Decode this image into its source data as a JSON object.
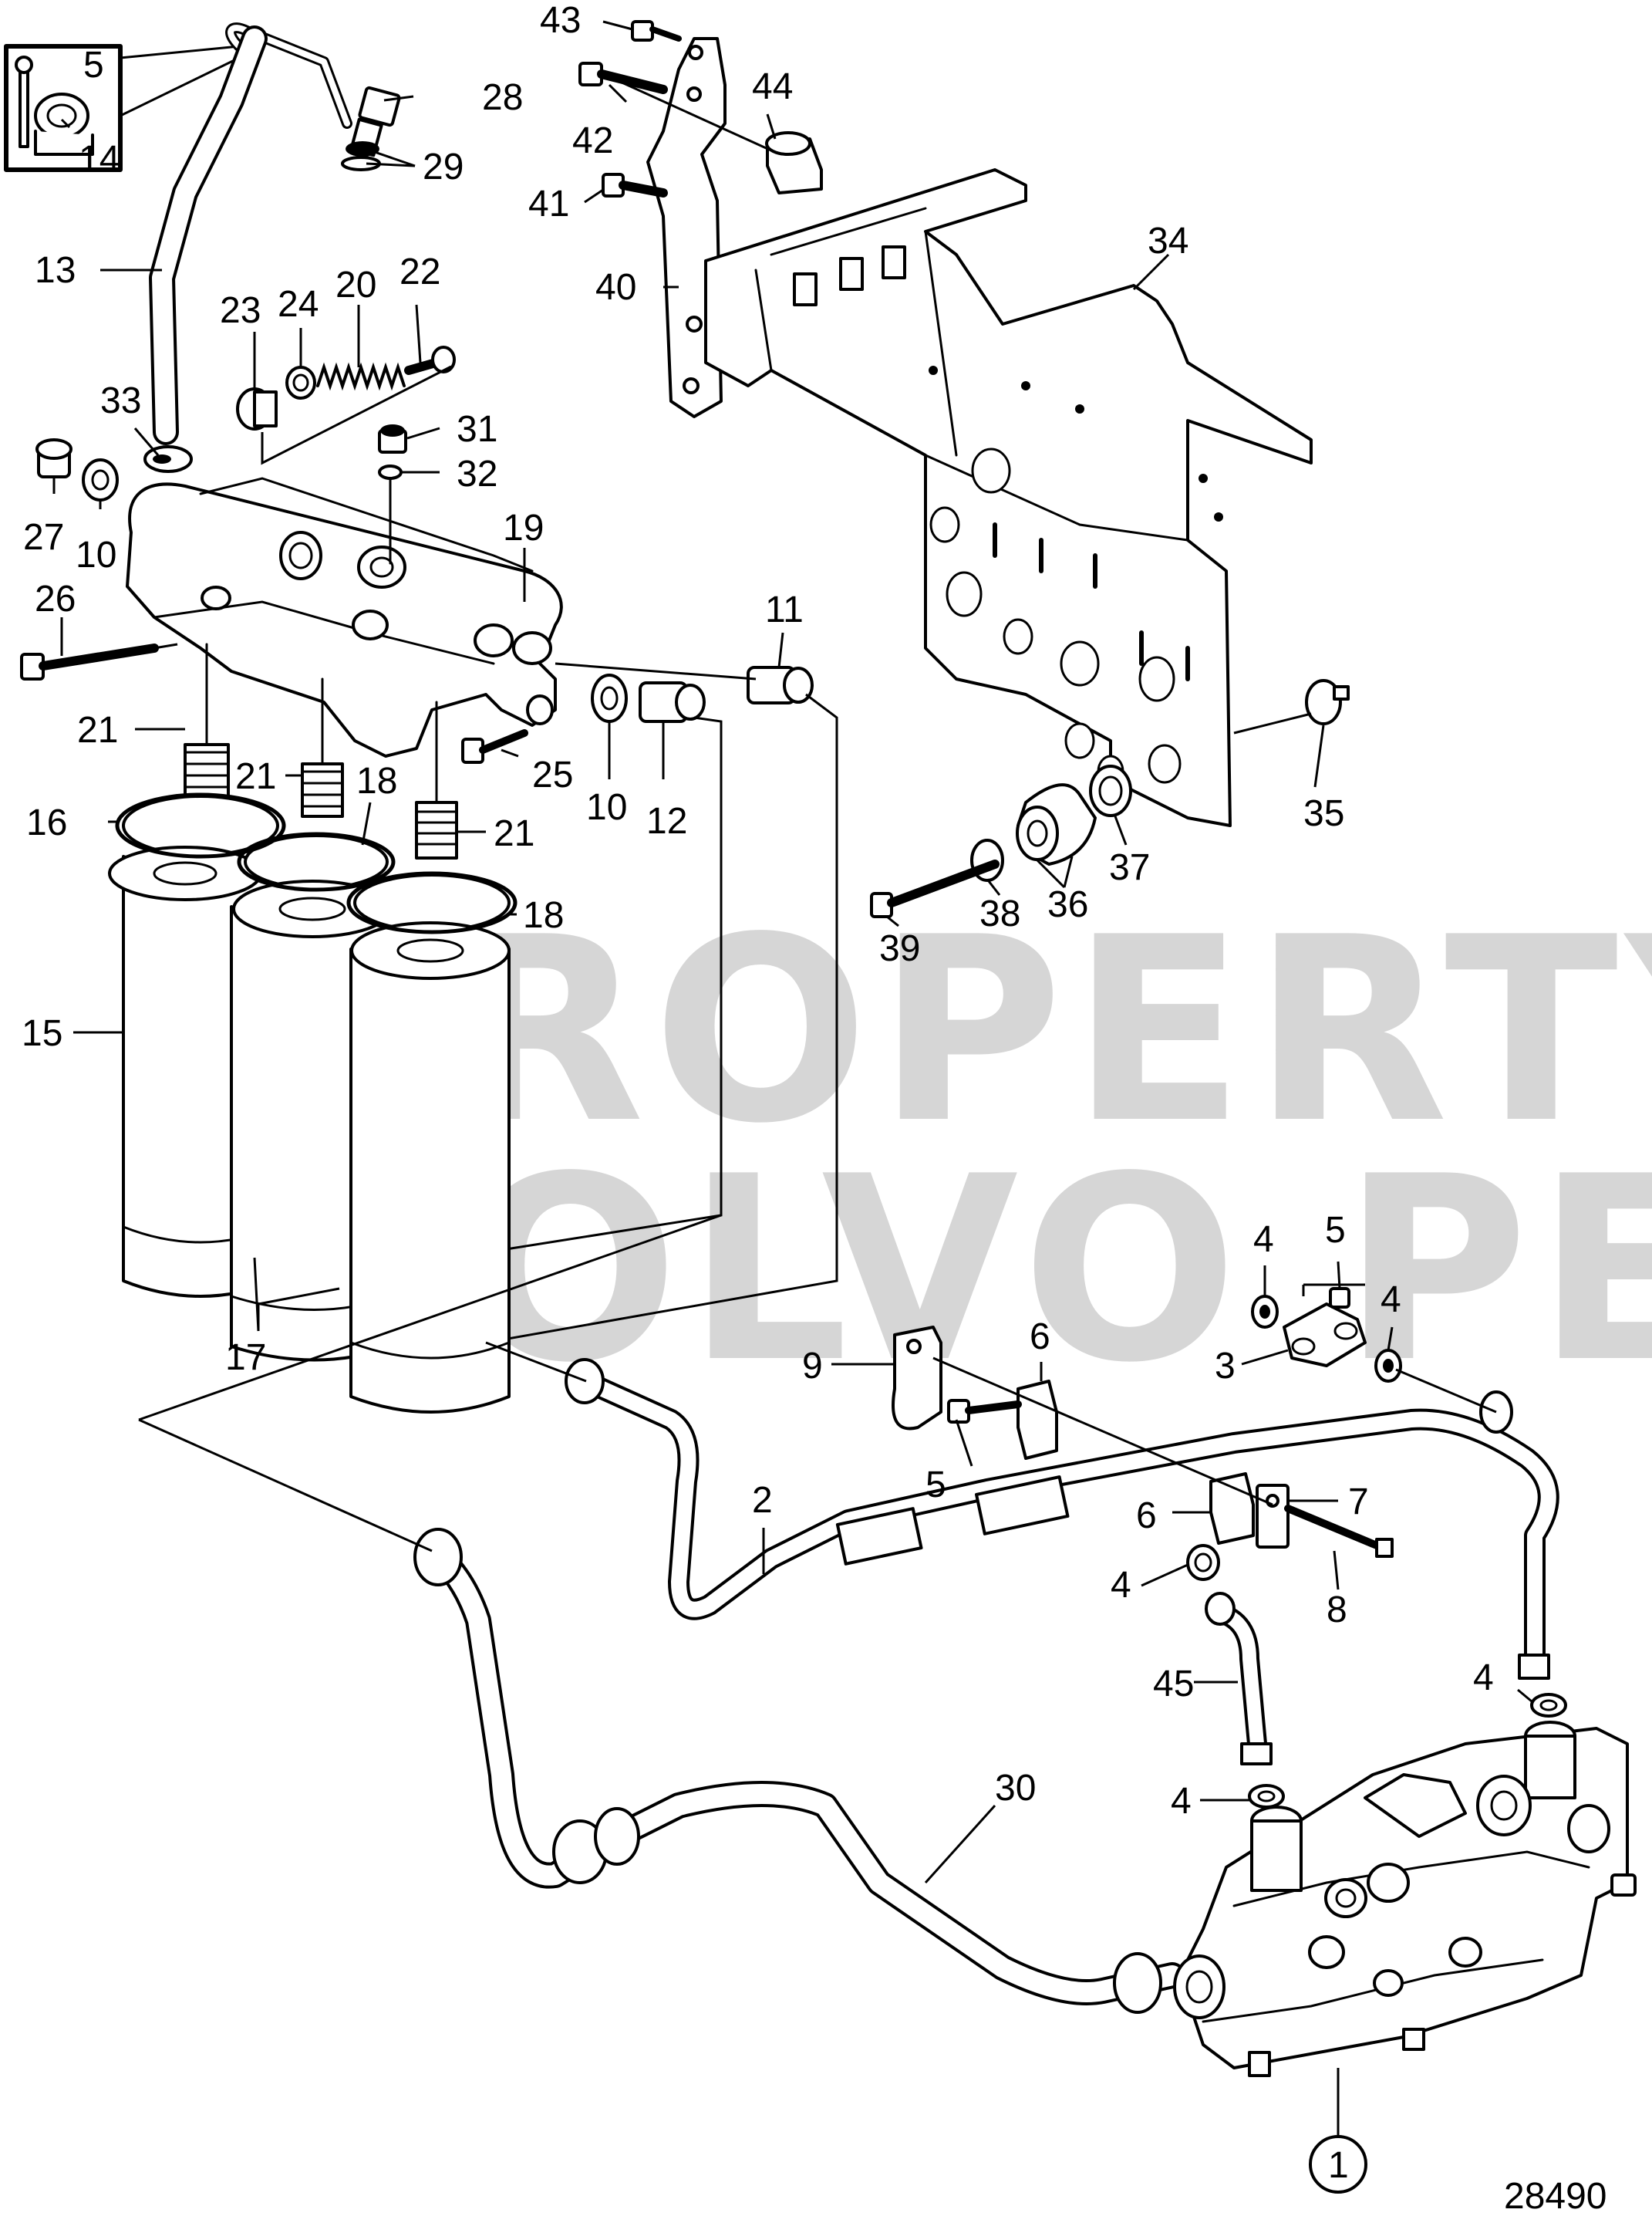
{
  "drawing_number": "28490",
  "watermark": {
    "line1": "PROPERTY OF",
    "line2": "VOLVO PENTA"
  },
  "callouts": [
    {
      "id": "c43a",
      "label": "43"
    },
    {
      "id": "c44",
      "label": "44"
    },
    {
      "id": "c42",
      "label": "42"
    },
    {
      "id": "c41",
      "label": "41"
    },
    {
      "id": "c40",
      "label": "40"
    },
    {
      "id": "c5a",
      "label": "5"
    },
    {
      "id": "c14",
      "label": "14"
    },
    {
      "id": "c28",
      "label": "28"
    },
    {
      "id": "c29",
      "label": "29"
    },
    {
      "id": "c13",
      "label": "13"
    },
    {
      "id": "c23",
      "label": "23"
    },
    {
      "id": "c24",
      "label": "24"
    },
    {
      "id": "c20",
      "label": "20"
    },
    {
      "id": "c22",
      "label": "22"
    },
    {
      "id": "c33",
      "label": "33"
    },
    {
      "id": "c31",
      "label": "31"
    },
    {
      "id": "c32",
      "label": "32"
    },
    {
      "id": "c27",
      "label": "27"
    },
    {
      "id": "c10a",
      "label": "10"
    },
    {
      "id": "c19",
      "label": "19"
    },
    {
      "id": "c26",
      "label": "26"
    },
    {
      "id": "c11",
      "label": "11"
    },
    {
      "id": "c21a",
      "label": "21"
    },
    {
      "id": "c21b",
      "label": "21"
    },
    {
      "id": "c18a",
      "label": "18"
    },
    {
      "id": "c21c",
      "label": "21"
    },
    {
      "id": "c25",
      "label": "25"
    },
    {
      "id": "c10b",
      "label": "10"
    },
    {
      "id": "c12",
      "label": "12"
    },
    {
      "id": "c16",
      "label": "16"
    },
    {
      "id": "c18b",
      "label": "18"
    },
    {
      "id": "c15",
      "label": "15"
    },
    {
      "id": "c17",
      "label": "17"
    },
    {
      "id": "c34",
      "label": "34"
    },
    {
      "id": "c35",
      "label": "35"
    },
    {
      "id": "c36",
      "label": "36"
    },
    {
      "id": "c37",
      "label": "37"
    },
    {
      "id": "c38",
      "label": "38"
    },
    {
      "id": "c39",
      "label": "39"
    },
    {
      "id": "c4a",
      "label": "4"
    },
    {
      "id": "c5b",
      "label": "5"
    },
    {
      "id": "c4b",
      "label": "4"
    },
    {
      "id": "c3",
      "label": "3"
    },
    {
      "id": "c9",
      "label": "9"
    },
    {
      "id": "c6a",
      "label": "6"
    },
    {
      "id": "c5c",
      "label": "5"
    },
    {
      "id": "c2",
      "label": "2"
    },
    {
      "id": "c6b",
      "label": "6"
    },
    {
      "id": "c7",
      "label": "7"
    },
    {
      "id": "c8",
      "label": "8"
    },
    {
      "id": "c4c",
      "label": "4"
    },
    {
      "id": "c45",
      "label": "45"
    },
    {
      "id": "c4d",
      "label": "4"
    },
    {
      "id": "c4e",
      "label": "4"
    },
    {
      "id": "c30",
      "label": "30"
    },
    {
      "id": "c1",
      "label": "1"
    }
  ]
}
